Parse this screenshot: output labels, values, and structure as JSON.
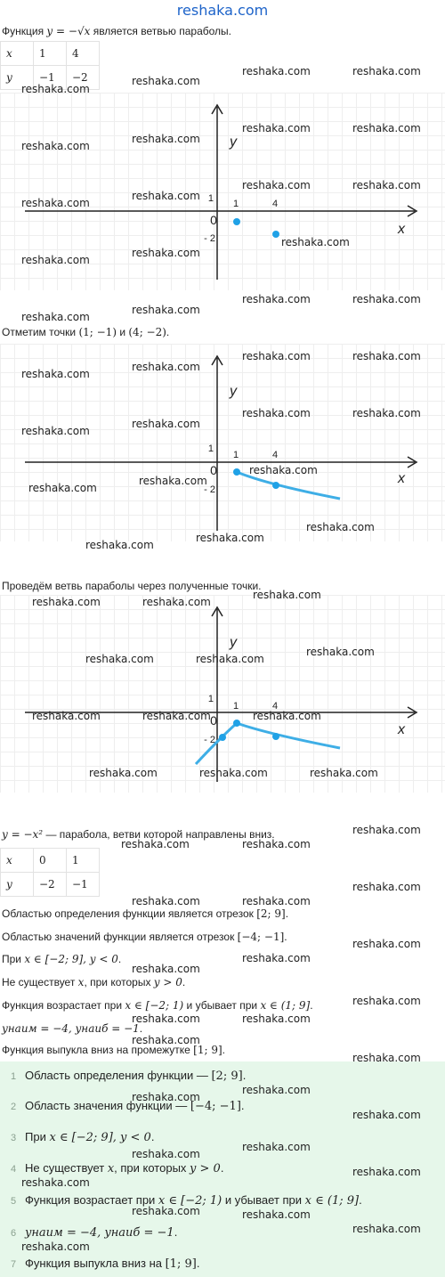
{
  "site": "reshaka.com",
  "watermark": "reshaka.com",
  "intro": {
    "prefix": "Функция ",
    "formula": "y = −√x",
    "suffix": " является ветвью параболы."
  },
  "table1": {
    "header": [
      "x",
      "1",
      "4"
    ],
    "row": [
      "y",
      "−1",
      "−2"
    ]
  },
  "graph": {
    "x_label": "x",
    "y_label": "y",
    "origin": "0",
    "tick_x1": "1",
    "tick_x4": "4",
    "tick_y1": "1",
    "tick_ym2": "- 2"
  },
  "step1": {
    "prefix": "Отметим точки ",
    "p1": "(1; −1)",
    "mid": " и ",
    "p2": "(4; −2)",
    "suffix": "."
  },
  "step2": "Проведём ветвь параболы через полученные точки.",
  "part2": {
    "intro_formula": "y = −x²",
    "intro_suffix": " — парабола, ветви которой направлены вниз.",
    "table2": {
      "header": [
        "x",
        "0",
        "1"
      ],
      "row": [
        "y",
        "−2",
        "−1"
      ]
    },
    "facts": [
      {
        "text": "Областью определения функции является отрезок ",
        "math": "[2; 9]",
        "end": "."
      },
      {
        "text": "Областью значений функции является отрезок ",
        "math": "[−4; −1]",
        "end": "."
      },
      {
        "text": "При ",
        "math": "x ∈ [−2; 9], y  <  0",
        "end": "."
      },
      {
        "text": "Не существует ",
        "math": "x",
        "mid": ", при которых ",
        "math2": "y  >  0",
        "end": "."
      },
      {
        "text": "Функция возрастает при ",
        "math": "x ∈ [−2; 1)",
        "mid": " и убывает при ",
        "math2": "x ∈ (1; 9]",
        "end": "."
      },
      {
        "text": "",
        "math": "yнаим = −4, yнаиб = −1",
        "end": "."
      },
      {
        "text": "Функция выпукла вниз на промежутке ",
        "math": "[1; 9]",
        "end": "."
      }
    ]
  },
  "answers": [
    {
      "n": "1",
      "text": "Область определения функции — ",
      "math": "[2; 9]",
      "end": "."
    },
    {
      "n": "2",
      "text": "Область значения функции — ",
      "math": "[−4; −1]",
      "end": "."
    },
    {
      "n": "3",
      "text": "При ",
      "math": "x ∈ [−2; 9], y  <  0",
      "end": "."
    },
    {
      "n": "4",
      "text": "Не существует ",
      "math": "x",
      "mid": ", при которых ",
      "math2": "y  >  0",
      "end": "."
    },
    {
      "n": "5",
      "text": "Функция возрастает при ",
      "math": "x ∈ [−2; 1)",
      "mid": " и убывает при ",
      "math2": "x ∈ (1; 9]",
      "end": "."
    },
    {
      "n": "6",
      "text": "",
      "math": "yнаим = −4, yнаиб = −1",
      "end": "."
    },
    {
      "n": "7",
      "text": "Функция выпукла вниз на ",
      "math": "[1; 9]",
      "end": "."
    }
  ],
  "colors": {
    "curve": "#3eaee6",
    "point": "#1fa1e6",
    "site_link": "#1d63c9",
    "answers_bg": "#e6f7ea"
  }
}
